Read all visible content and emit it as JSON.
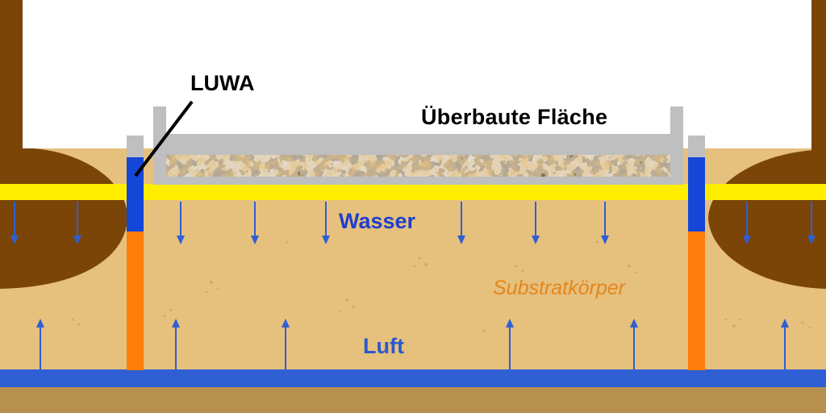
{
  "labels": {
    "luwa": "LUWA",
    "surface": "Überbaute Fläche",
    "water": "Wasser",
    "substrate": "Substratkörper",
    "air": "Luft"
  },
  "colors": {
    "sky": "#ffffff",
    "substrate": "#e6c07d",
    "base_soil": "#b5904f",
    "root_soil": "#7a4507",
    "water_layer": "#ffee00",
    "air_pipe": "#2f5fd3",
    "luwa_water": "#1446d8",
    "luwa_air": "#ff7d0a",
    "concrete": "#bfbfbf",
    "arrow": "#2f5fd3",
    "water_text": "#1f3fc9",
    "substrate_text": "#e3861c",
    "air_text": "#2a58d0",
    "label_text": "#000000"
  },
  "flows": {
    "water_direction": "down",
    "air_direction": "up"
  }
}
